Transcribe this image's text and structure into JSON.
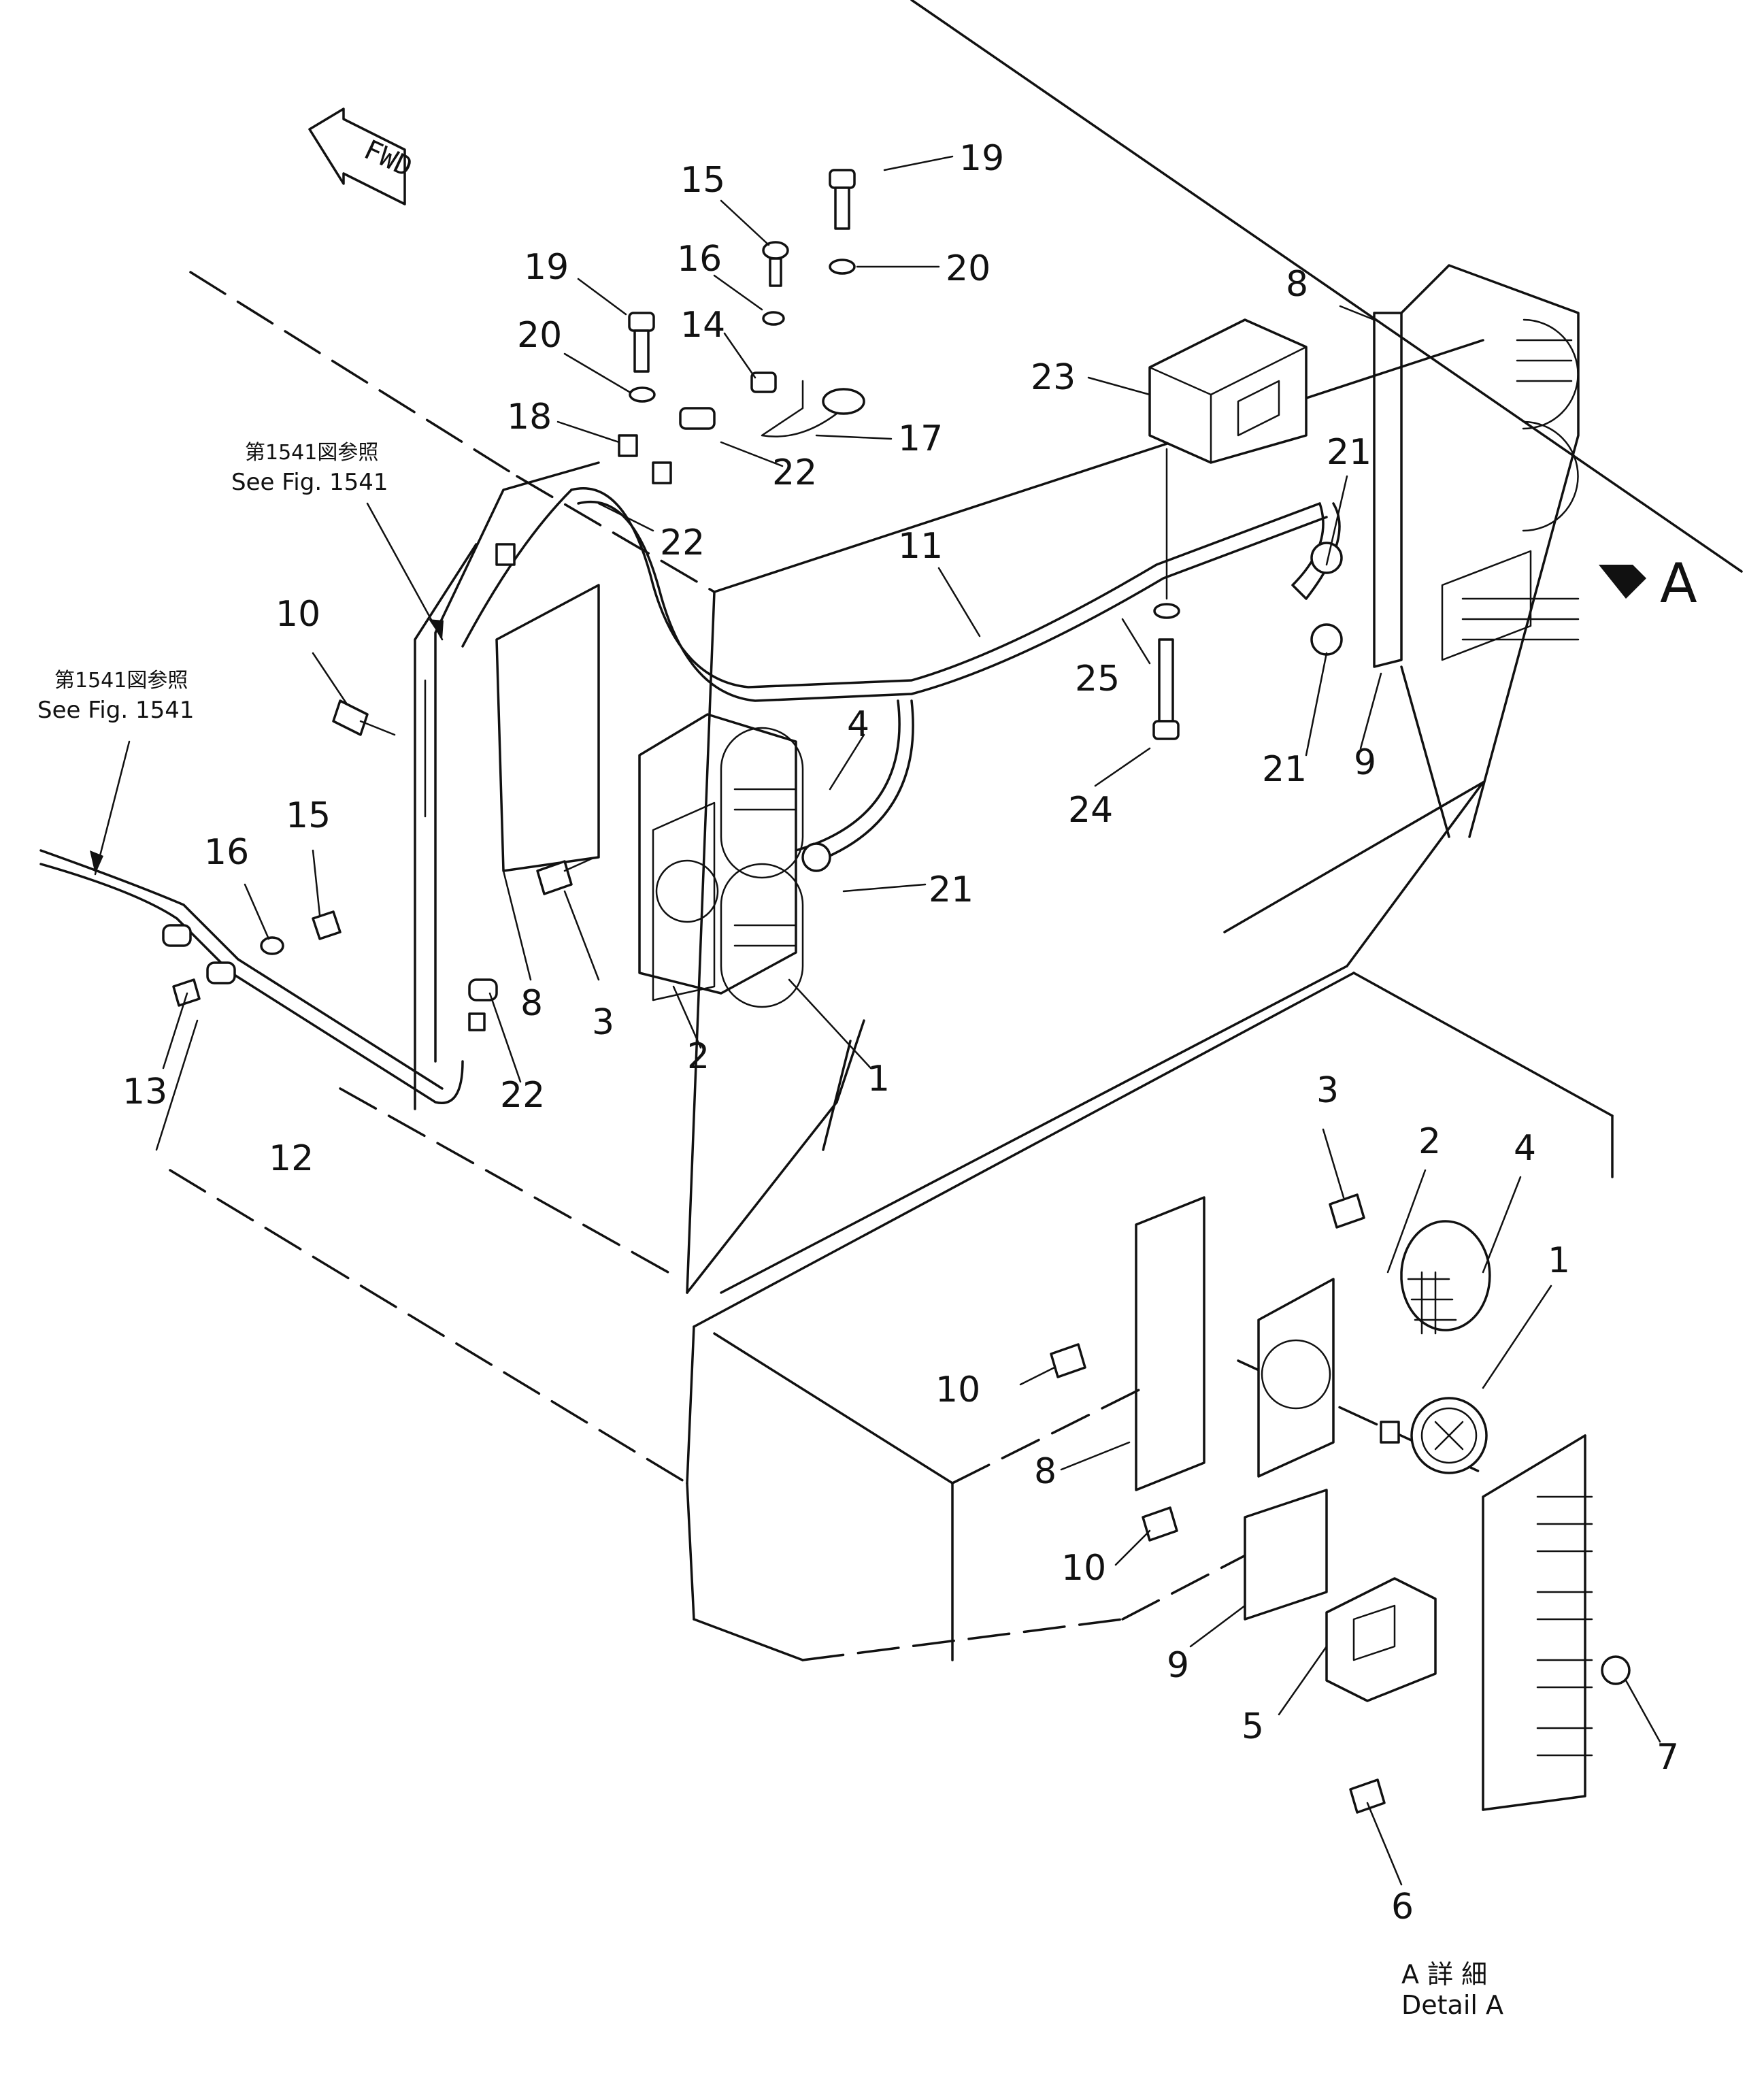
{
  "orientation": {
    "arrow_label": "FWD"
  },
  "view_marker": {
    "label": "A"
  },
  "cross_refs": [
    {
      "jp": "第1541図参照",
      "en": "See Fig. 1541"
    },
    {
      "jp": "第1541図参照",
      "en": "See Fig. 1541"
    }
  ],
  "detail": {
    "jp": "A 詳 細",
    "en": "Detail A"
  },
  "callouts": {
    "main_1": "1",
    "main_2": "2",
    "main_3": "3",
    "main_4": "4",
    "main_8a": "8",
    "main_8b": "8",
    "main_9": "9",
    "main_10": "10",
    "main_11": "11",
    "main_12": "12",
    "main_13": "13",
    "main_14": "14",
    "main_15a": "15",
    "main_15b": "15",
    "main_16a": "16",
    "main_16b": "16",
    "main_17": "17",
    "main_18": "18",
    "main_19a": "19",
    "main_19b": "19",
    "main_20a": "20",
    "main_20b": "20",
    "main_21a": "21",
    "main_21b": "21",
    "main_21c": "21",
    "main_22a": "22",
    "main_22b": "22",
    "main_22c": "22",
    "main_23": "23",
    "main_24": "24",
    "main_25": "25",
    "det_1": "1",
    "det_2": "2",
    "det_3": "3",
    "det_4": "4",
    "det_5": "5",
    "det_6": "6",
    "det_7": "7",
    "det_8": "8",
    "det_9": "9",
    "det_10a": "10",
    "det_10b": "10"
  }
}
